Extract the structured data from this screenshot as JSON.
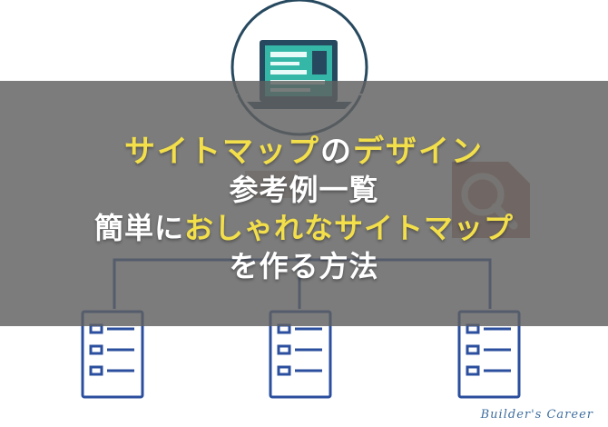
{
  "title": {
    "line1": {
      "highlight1": "サイトマップ",
      "connector": "の",
      "highlight2": "デザイン"
    },
    "line2": "参考例一覧",
    "line3": {
      "plain": "簡単に",
      "highlight": "おしゃれなサイトマップ"
    },
    "line4": "を作る方法"
  },
  "watermark": "Builder's Career",
  "colors": {
    "overlay": "#5f5f5f",
    "highlight": "#f3df4a",
    "diagram_blue": "#2b4f9e",
    "laptop_dark": "#27495f",
    "laptop_screen": "#34b7a7",
    "search_orange": "#d2643c"
  },
  "icons": [
    "laptop-icon",
    "search-icon",
    "document-icon",
    "document-icon",
    "document-icon"
  ]
}
